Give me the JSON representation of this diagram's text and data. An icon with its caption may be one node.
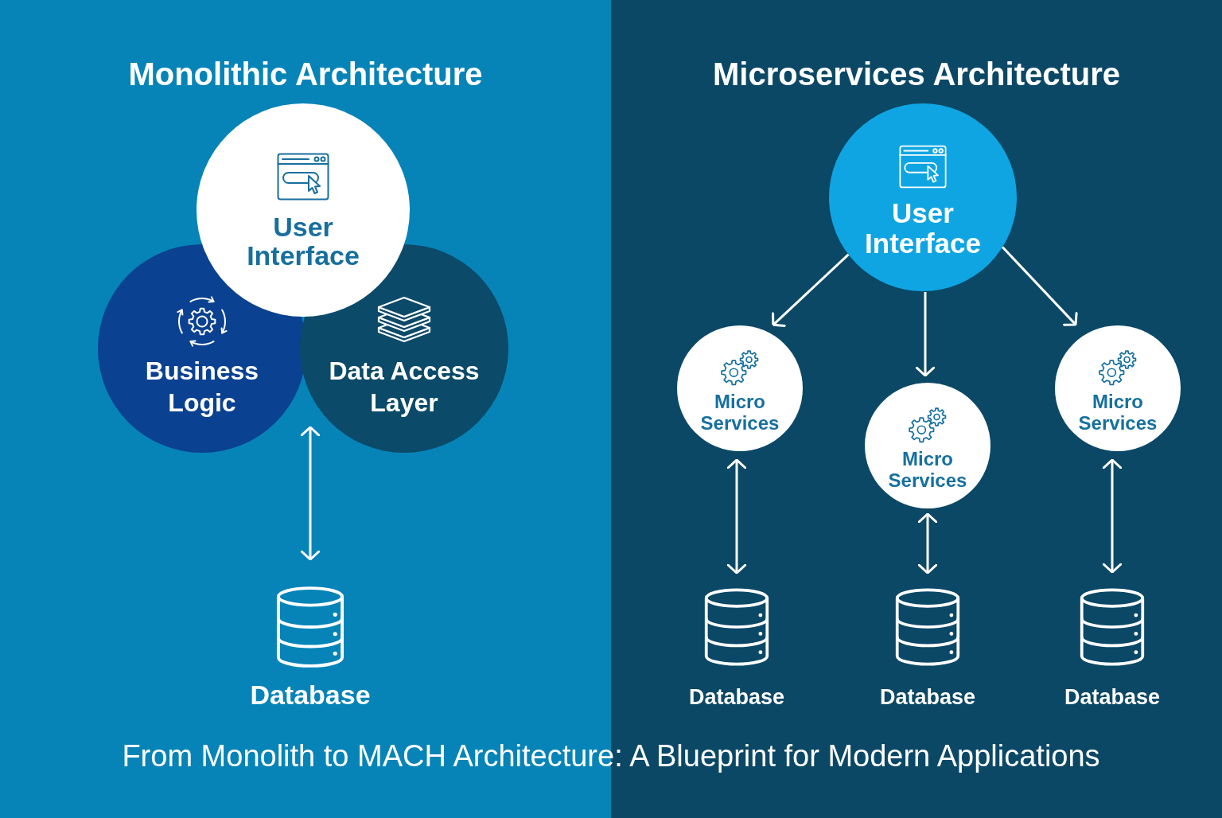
{
  "diagram": {
    "caption": "From Monolith to MACH Architecture: A Blueprint for Modern Applications",
    "nodes": [
      {
        "text": [
          "Monolithic Architecture"
        ]
      },
      {
        "text": [
          "User Interface"
        ],
        "in": 0
      },
      {
        "text": [
          "Business Logic"
        ],
        "in": 0
      },
      {
        "text": [
          "Data Access Layer"
        ],
        "in": 0
      },
      {
        "text": [
          "Database"
        ],
        "in": 0
      },
      {
        "text": [
          "Microservices Architecture"
        ]
      },
      {
        "text": [
          "User Interface"
        ],
        "in": 5
      },
      {
        "text": [
          "Micro Services"
        ],
        "in": 5
      },
      {
        "text": [
          "Micro Services"
        ],
        "in": 5
      },
      {
        "text": [
          "Micro Services"
        ],
        "in": 5
      },
      {
        "text": [
          "Database"
        ],
        "in": 5
      },
      {
        "text": [
          "Database"
        ],
        "in": 5
      },
      {
        "text": [
          "Database"
        ],
        "in": 5
      }
    ],
    "edges": [
      {
        "from": 3,
        "to": 4,
        "arrow": "both"
      },
      {
        "from": 6,
        "to": 7,
        "arrow": "to"
      },
      {
        "from": 6,
        "to": 8,
        "arrow": "to"
      },
      {
        "from": 6,
        "to": 9,
        "arrow": "to"
      },
      {
        "from": 7,
        "to": 10,
        "arrow": "both"
      },
      {
        "from": 8,
        "to": 11,
        "arrow": "both"
      },
      {
        "from": 9,
        "to": 12,
        "arrow": "both"
      }
    ]
  }
}
